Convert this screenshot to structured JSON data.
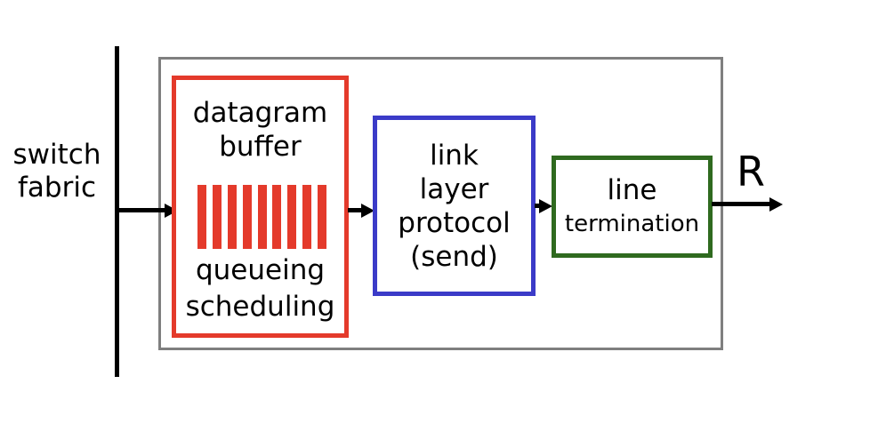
{
  "colors": {
    "red": "#e43a2b",
    "blue": "#3b3bc8",
    "green": "#2f6a1f",
    "gray": "#7f7f7f",
    "ink": "#000000"
  },
  "labels": {
    "switch_fabric_line1": "switch",
    "switch_fabric_line2": "fabric",
    "rate": "R"
  },
  "boxes": {
    "datagram_buffer": {
      "title_line1": "datagram",
      "title_line2": "buffer",
      "bottom_line1": "queueing",
      "bottom_line2": "scheduling",
      "queue_bar_count": 9
    },
    "link_layer": {
      "line1": "link",
      "line2": "layer",
      "line3": "protocol",
      "line4": "(send)"
    },
    "line_termination": {
      "line1": "line",
      "line2": "termination"
    }
  }
}
